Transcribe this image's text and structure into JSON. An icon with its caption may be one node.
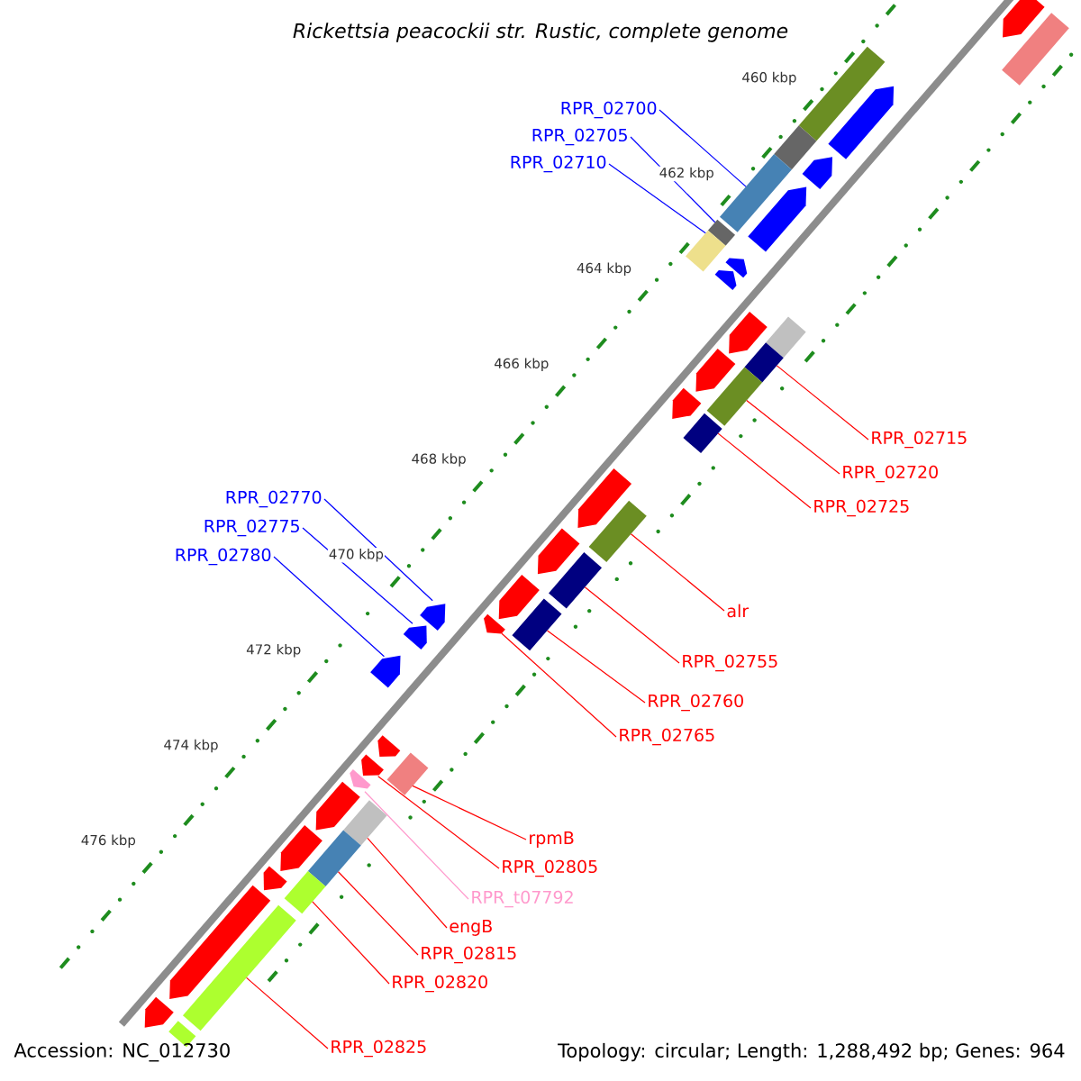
{
  "diagram": {
    "title": "Rickettsia peacockii str. Rustic, complete genome",
    "nodes": [
      {
        "text": [
          "RPR_02700"
        ]
      },
      {
        "text": [
          "RPR_02705"
        ]
      },
      {
        "text": [
          "RPR_02710"
        ]
      },
      {
        "text": [
          "RPR_02715"
        ]
      },
      {
        "text": [
          "RPR_02720"
        ]
      },
      {
        "text": [
          "RPR_02770"
        ]
      },
      {
        "text": [
          "RPR_02725"
        ]
      },
      {
        "text": [
          "RPR_02775"
        ]
      },
      {
        "text": [
          "RPR_02780"
        ]
      },
      {
        "text": [
          "alr"
        ]
      },
      {
        "text": [
          "RPR_02755"
        ]
      },
      {
        "text": [
          "RPR_02760"
        ]
      },
      {
        "text": [
          "RPR_02765"
        ]
      },
      {
        "text": [
          "rpmB"
        ]
      },
      {
        "text": [
          "RPR_02805"
        ]
      },
      {
        "text": [
          "RPR_t07792"
        ]
      },
      {
        "text": [
          "engB"
        ]
      },
      {
        "text": [
          "RPR_02815"
        ]
      },
      {
        "text": [
          "RPR_02820"
        ]
      },
      {
        "text": [
          "RPR_02825"
        ]
      },
      {
        "text": [],
        "shape": "pentagon"
      },
      {
        "text": [],
        "shape": "box"
      },
      {
        "text": [],
        "shape": "box"
      },
      {
        "text": [],
        "shape": "pentagon"
      },
      {
        "text": [],
        "shape": "box"
      },
      {
        "text": [],
        "shape": "pentagon"
      },
      {
        "text": [],
        "shape": "box"
      },
      {
        "text": [],
        "shape": "pentagon"
      },
      {
        "text": [],
        "shape": "box"
      },
      {
        "text": [],
        "shape": "pentagon"
      },
      {
        "text": [],
        "shape": "box"
      },
      {
        "text": [],
        "shape": "pentagon"
      },
      {
        "text": [],
        "shape": "box"
      },
      {
        "text": [],
        "shape": "pentagon"
      },
      {
        "text": [],
        "shape": "box"
      },
      {
        "text": [],
        "shape": "box"
      },
      {
        "text": [],
        "shape": "pentagon"
      },
      {
        "text": [],
        "shape": "pentagon"
      },
      {
        "text": [],
        "shape": "box"
      },
      {
        "text": [],
        "shape": "pentagon"
      },
      {
        "text": [],
        "shape": "box"
      },
      {
        "text": [],
        "shape": "pentagon"
      },
      {
        "text": [],
        "shape": "box"
      },
      {
        "text": [],
        "shape": "pentagon"
      },
      {
        "text": [],
        "shape": "box"
      },
      {
        "text": [],
        "shape": "pentagon"
      },
      {
        "text": [],
        "shape": "pentagon"
      },
      {
        "text": [],
        "shape": "pentagon"
      },
      {
        "text": [],
        "shape": "pentagon"
      },
      {
        "text": [],
        "shape": "pentagon"
      },
      {
        "text": [],
        "shape": "box"
      },
      {
        "text": [],
        "shape": "pentagon"
      },
      {
        "text": [],
        "shape": "pentagon"
      },
      {
        "text": [],
        "shape": "box"
      },
      {
        "text": [],
        "shape": "pentagon"
      },
      {
        "text": [],
        "shape": "box"
      },
      {
        "text": [],
        "shape": "pentagon"
      },
      {
        "text": [],
        "shape": "box"
      },
      {
        "text": [],
        "shape": "pentagon"
      },
      {
        "text": [],
        "shape": "box"
      },
      {
        "text": [],
        "shape": "pentagon"
      },
      {
        "text": [],
        "shape": "pentagon"
      },
      {
        "text": [],
        "shape": "box"
      }
    ],
    "edges": [
      {
        "from": 0,
        "to": 26,
        "arrow": "none",
        "color": "#0000ff"
      },
      {
        "from": 1,
        "to": 28,
        "arrow": "none",
        "color": "#0000ff"
      },
      {
        "from": 2,
        "to": 30,
        "arrow": "none",
        "color": "#0000ff"
      },
      {
        "from": 3,
        "to": 34,
        "arrow": "none"
      },
      {
        "from": 4,
        "to": 35,
        "arrow": "none"
      },
      {
        "from": 5,
        "to": 46,
        "arrow": "none",
        "color": "#0000ff"
      },
      {
        "from": 6,
        "to": 38,
        "arrow": "none"
      },
      {
        "from": 7,
        "to": 47,
        "arrow": "none",
        "color": "#0000ff"
      },
      {
        "from": 8,
        "to": 48,
        "arrow": "none",
        "color": "#0000ff"
      },
      {
        "from": 9,
        "to": 40,
        "arrow": "none"
      },
      {
        "from": 10,
        "to": 42,
        "arrow": "none"
      },
      {
        "from": 11,
        "to": 44,
        "arrow": "none"
      },
      {
        "from": 12,
        "to": 45,
        "arrow": "none"
      },
      {
        "from": 13,
        "to": 50,
        "arrow": "none"
      },
      {
        "from": 14,
        "to": 51,
        "arrow": "none"
      },
      {
        "from": 15,
        "to": 52,
        "arrow": "none",
        "color": "#ff99cc"
      },
      {
        "from": 16,
        "to": 53,
        "arrow": "none"
      },
      {
        "from": 17,
        "to": 55,
        "arrow": "none"
      },
      {
        "from": 18,
        "to": 57,
        "arrow": "none"
      },
      {
        "from": 19,
        "to": 59,
        "arrow": "none"
      }
    ],
    "labels": [
      "460 kbp",
      "462 kbp",
      "464 kbp",
      "466 kbp",
      "468 kbp",
      "470 kbp",
      "472 kbp",
      "474 kbp",
      "476 kbp",
      "Accession: NC_012730",
      "Topology: circular; Length: 1,288,492 bp; Genes: 964"
    ]
  }
}
